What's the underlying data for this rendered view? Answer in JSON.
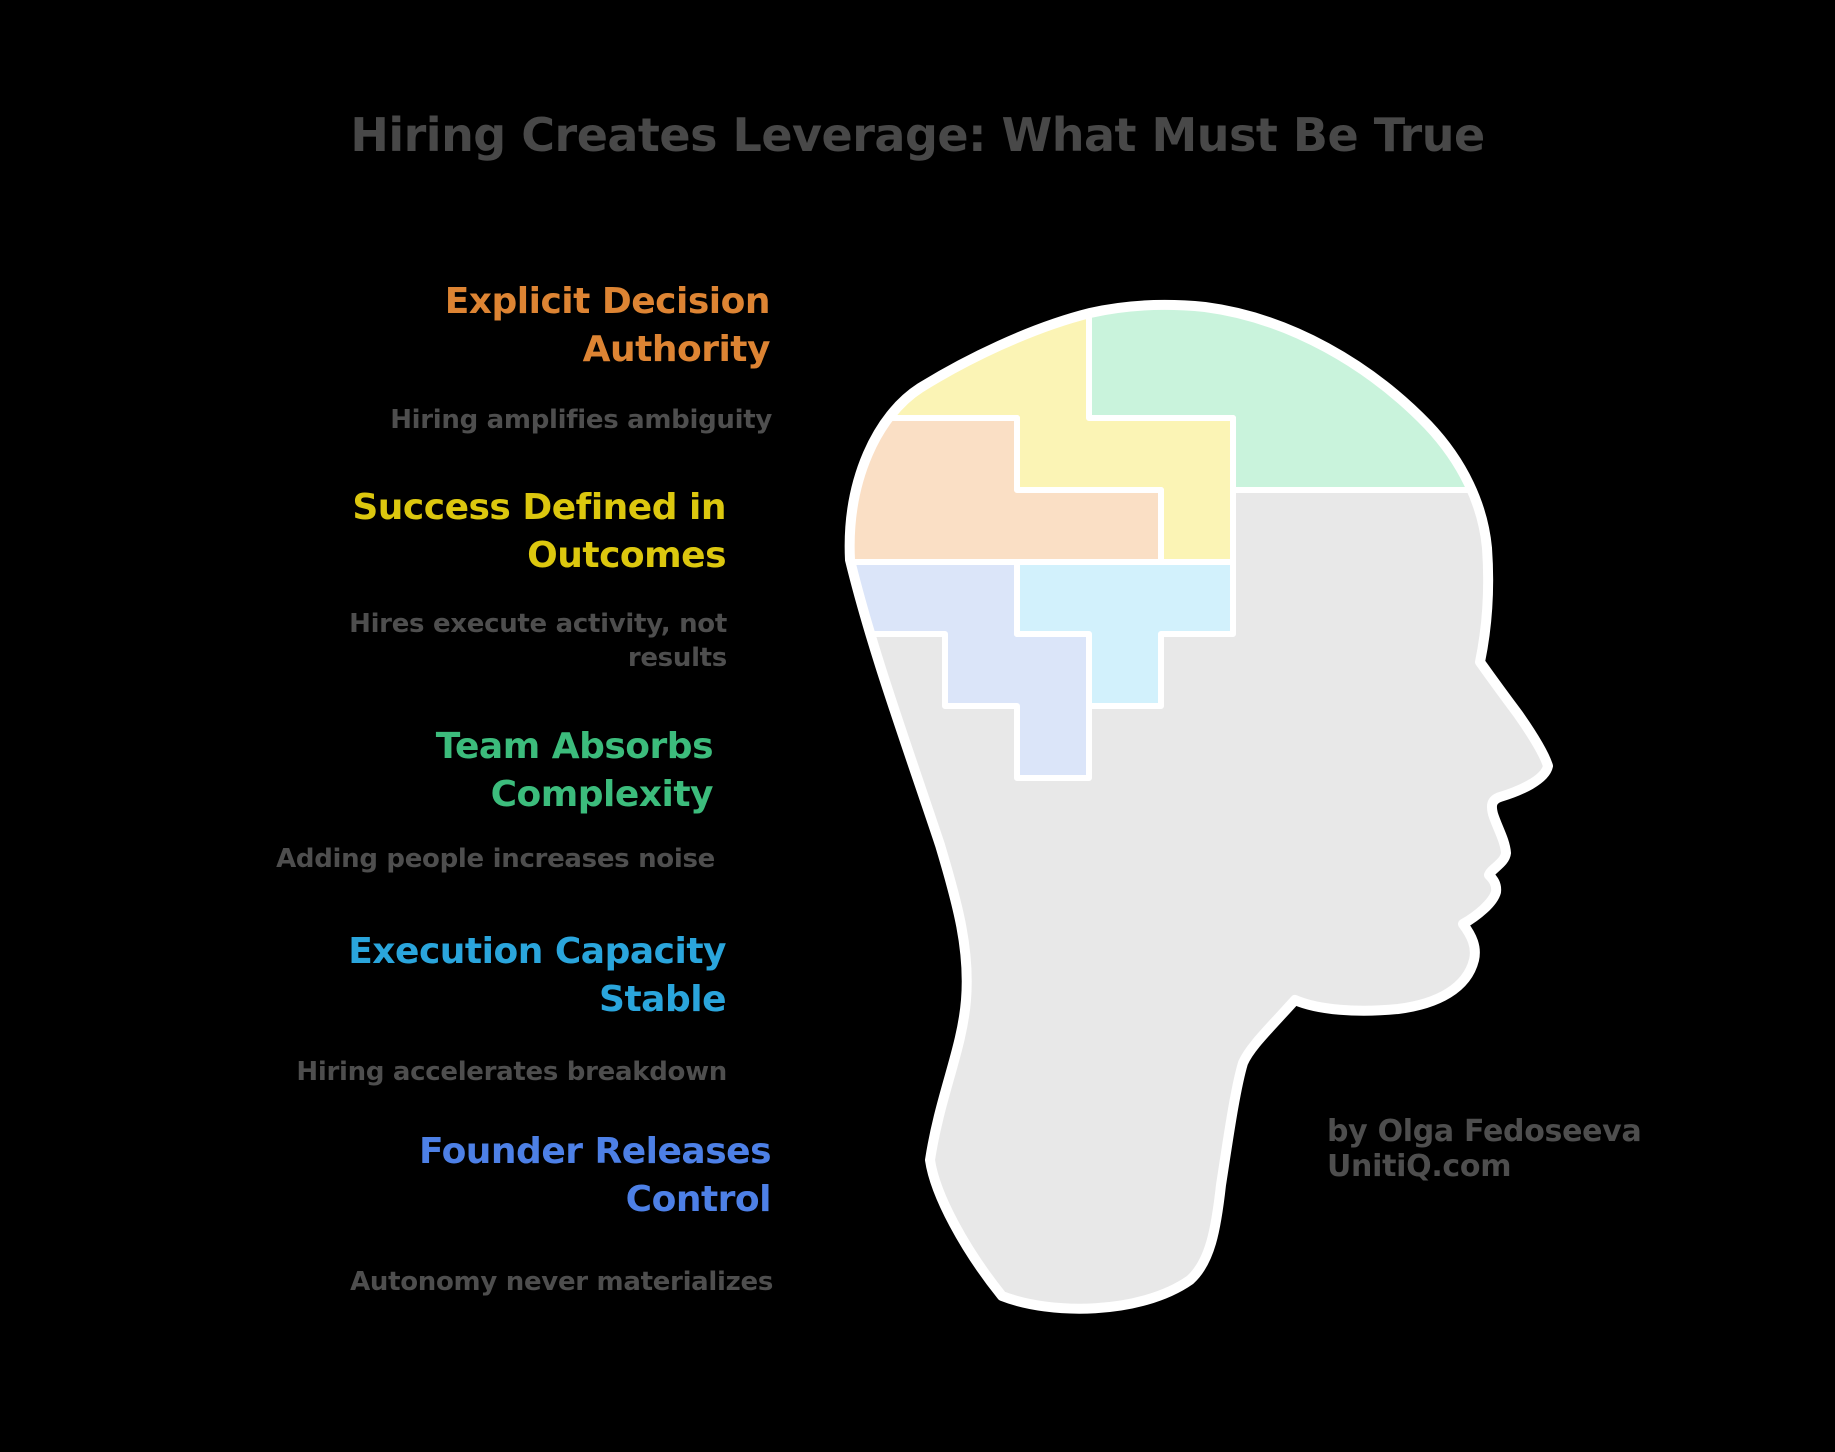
{
  "title": "Hiring Creates Leverage: What Must Be True",
  "items": [
    {
      "heading": [
        "Explicit Decision",
        "Authority"
      ],
      "subtitle": [
        "Hiring amplifies ambiguity"
      ],
      "color": "#DD8433"
    },
    {
      "heading": [
        "Success Defined in",
        "Outcomes"
      ],
      "subtitle": [
        "Hires execute activity, not",
        "results"
      ],
      "color": "#DCC70E"
    },
    {
      "heading": [
        "Team Absorbs",
        "Complexity"
      ],
      "subtitle": [
        "Adding people increases noise"
      ],
      "color": "#3CBC7C"
    },
    {
      "heading": [
        "Execution Capacity",
        "Stable"
      ],
      "subtitle": [
        "Hiring accelerates breakdown"
      ],
      "color": "#2AA5DC"
    },
    {
      "heading": [
        "Founder Releases",
        "Control"
      ],
      "subtitle": [
        "Autonomy never materializes"
      ],
      "color": "#4D80E6"
    }
  ],
  "attribution": [
    "by Olga Fedoseeva",
    "UnitiQ.com"
  ],
  "colors": {
    "background": "#000000",
    "title_text": "#484848",
    "subtitle_text": "#4E4E4E",
    "head_fill": "#E8E8E8",
    "outline": "#FFFFFF"
  },
  "puzzle_pieces": [
    {
      "name": "yellow",
      "color": "#FBF4B5"
    },
    {
      "name": "green",
      "color": "#C9F3DC"
    },
    {
      "name": "orange",
      "color": "#FADFC5"
    },
    {
      "name": "lavender",
      "color": "#DBE5F9"
    },
    {
      "name": "cyan",
      "color": "#D2F1FC"
    }
  ]
}
